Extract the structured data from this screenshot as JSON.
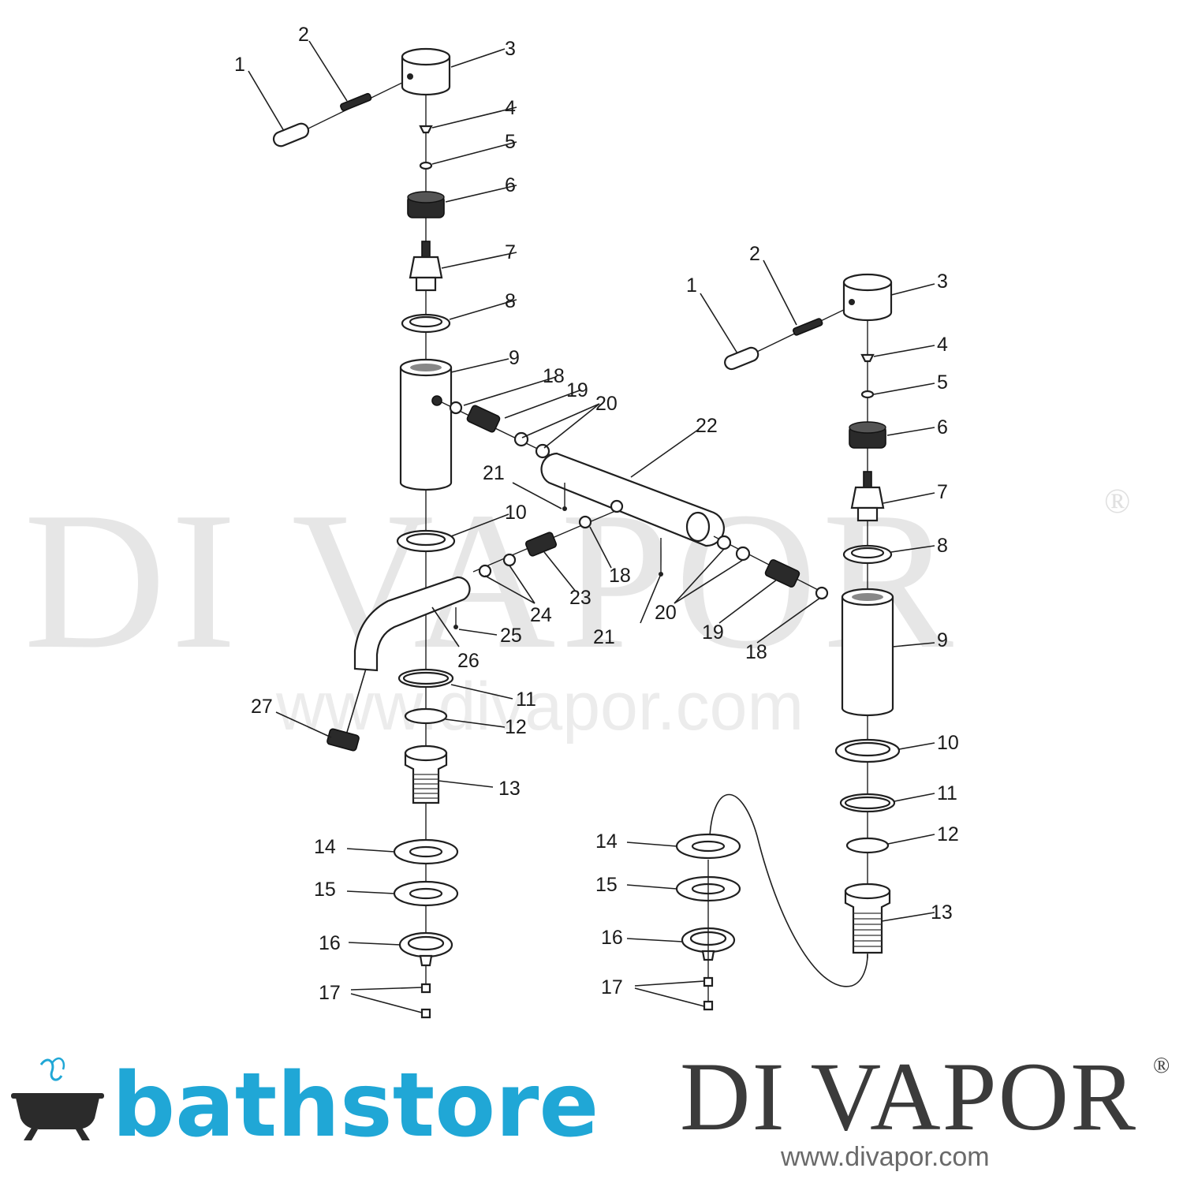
{
  "watermark": {
    "text": "DI VAPOR",
    "registered": "®",
    "url": "www.divapor.com"
  },
  "left_assembly": {
    "callouts": [
      "1",
      "2",
      "3",
      "4",
      "5",
      "6",
      "7",
      "8",
      "9",
      "18",
      "19",
      "20",
      "22",
      "21",
      "10",
      "23",
      "18",
      "24",
      "25",
      "26",
      "11",
      "12",
      "13",
      "14",
      "15",
      "16",
      "17",
      "27"
    ]
  },
  "right_assembly": {
    "callouts": [
      "1",
      "2",
      "3",
      "4",
      "5",
      "6",
      "7",
      "8",
      "20",
      "21",
      "19",
      "18",
      "9",
      "10",
      "11",
      "12",
      "13",
      "14",
      "15",
      "16",
      "17"
    ]
  },
  "footer": {
    "bathstore_logo": "bathstore",
    "bathstore_icon": "bathtub-icon",
    "divapor_logo": "DI VAPOR",
    "divapor_reg": "®",
    "divapor_url": "www.divapor.com"
  }
}
